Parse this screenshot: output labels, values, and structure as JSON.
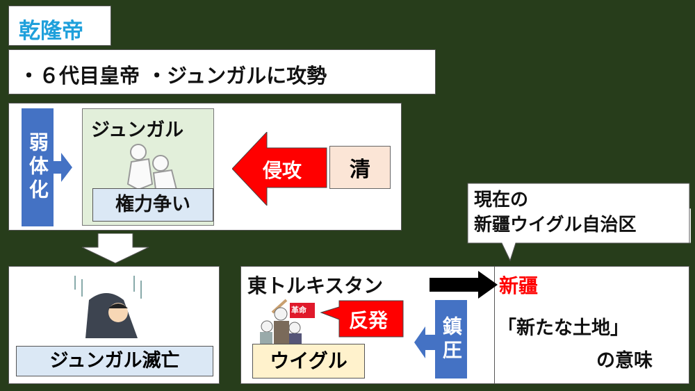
{
  "title": "乾隆帝",
  "subtitle": "・６代目皇帝 ・ジュンガルに攻勢",
  "top_section": {
    "weakening": "弱体化",
    "dzungar": "ジュンガル",
    "power_struggle": "権力争い",
    "invasion": "侵攻",
    "qing": "清"
  },
  "fall": "ジュンガル滅亡",
  "callout": [
    "現在の",
    "新疆ウイグル自治区"
  ],
  "bottom_section": {
    "east_turkestan": "東トルキスタン",
    "xinjiang": "新疆",
    "revolution_flag": "革命",
    "backlash": "反発",
    "suppression": "鎮圧",
    "uyghur": "ウイグル",
    "meaning_line1": "「新たな土地」",
    "meaning_line2": "の意味"
  },
  "colors": {
    "title": "#1fa0db",
    "blue": "#4472c4",
    "red": "#ff0000",
    "background": "#273d1b"
  }
}
